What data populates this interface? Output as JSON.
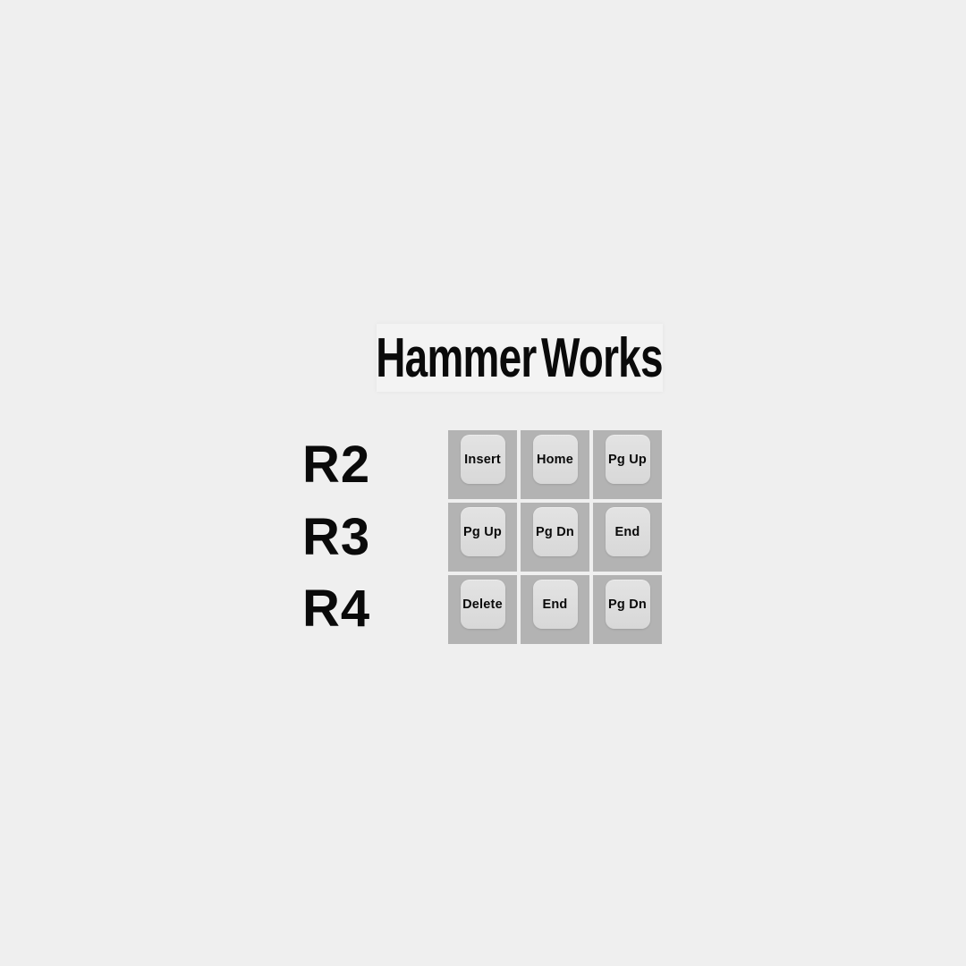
{
  "title": "Hammer Works",
  "rows": [
    {
      "label": "R2",
      "keys": [
        "Insert",
        "Home",
        "Pg Up"
      ]
    },
    {
      "label": "R3",
      "keys": [
        "Pg Up",
        "Pg Dn",
        "End"
      ]
    },
    {
      "label": "R4",
      "keys": [
        "Delete",
        "End",
        "Pg Dn"
      ]
    }
  ],
  "colors": {
    "page_bg": "#efefef",
    "banner_bg": "#f3f3f3",
    "key_base": "#b3b3b3",
    "key_top_light": "#e3e3e3",
    "key_top_dark": "#d8d8d8",
    "text": "#0a0a0a"
  }
}
